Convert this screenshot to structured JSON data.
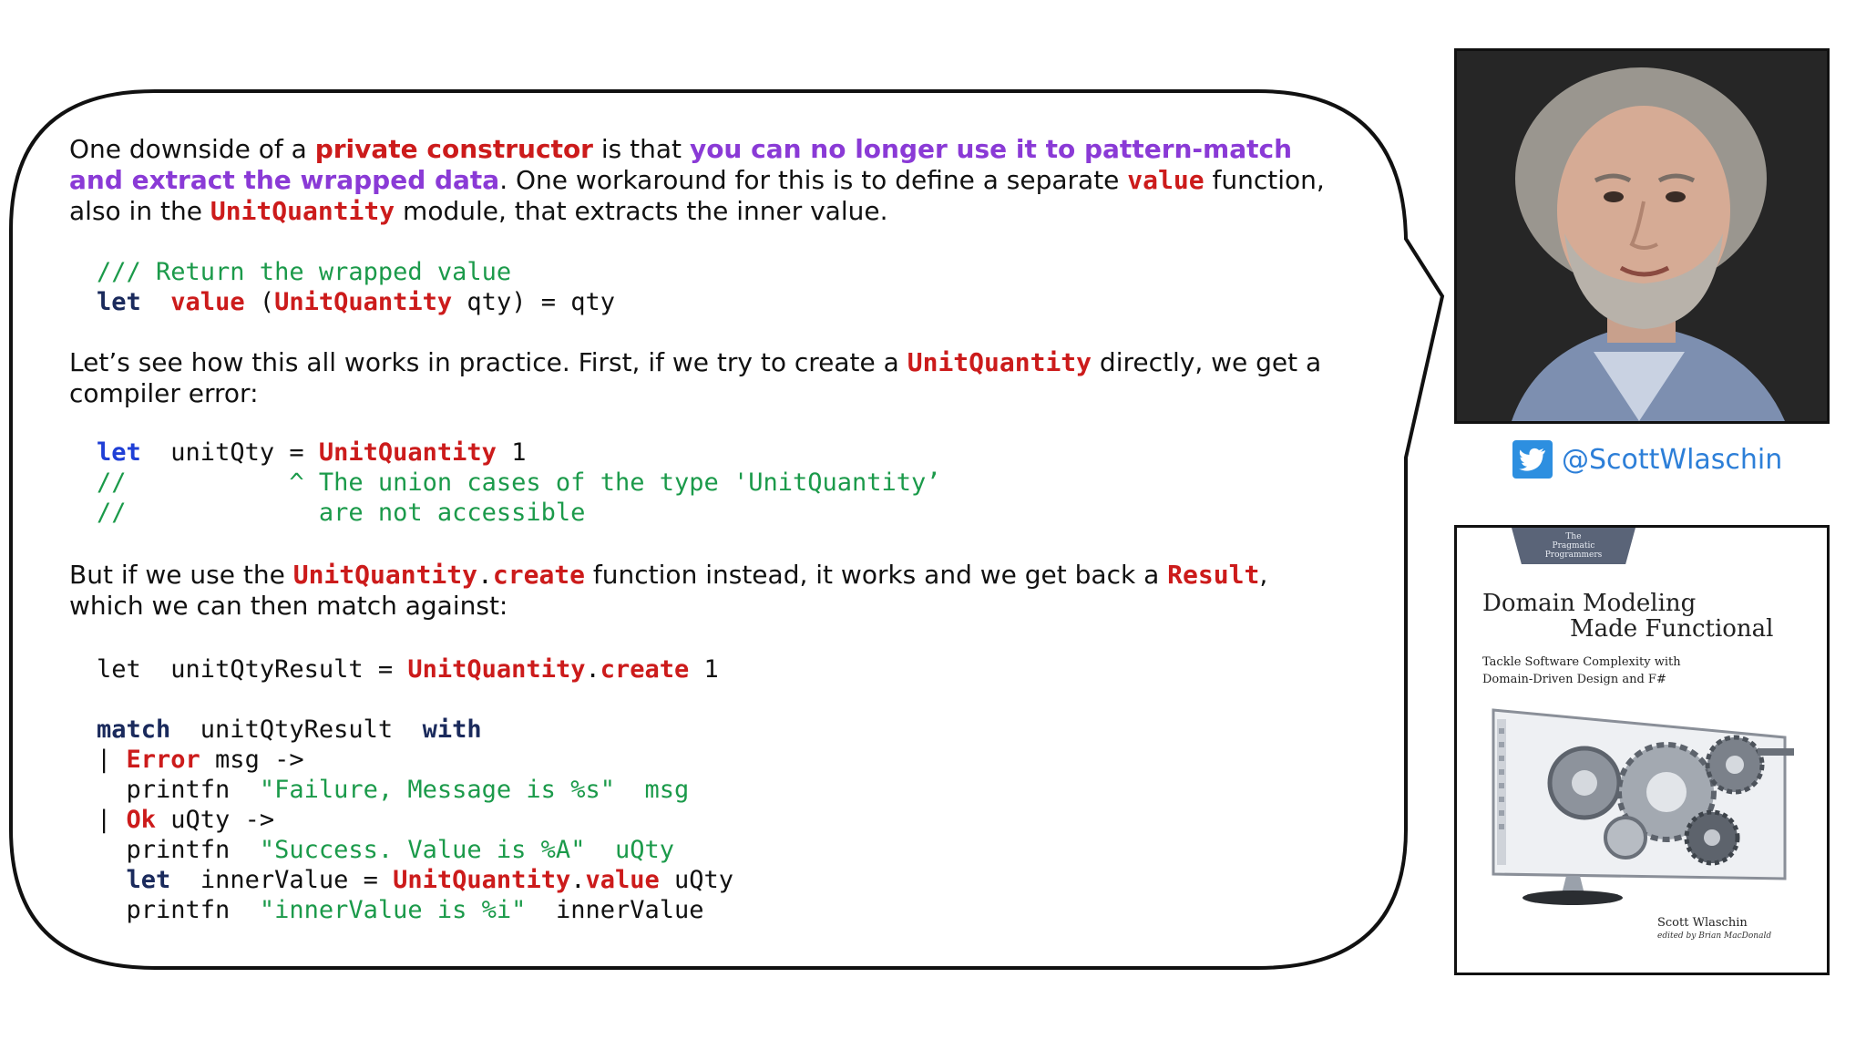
{
  "para1": {
    "t1": "One downside of a ",
    "h1": "private constructor",
    "t2": " is that ",
    "h2": "you can no longer use it to pattern-match and extract the wrapped data",
    "t3": ". One workaround for this is to define a separate ",
    "c1": "value",
    "t4": " function, also in the ",
    "c2": "UnitQuantity",
    "t5": " module, that extracts the inner value."
  },
  "code1": {
    "comment": "/// Return the wrapped value",
    "kw_let": "let",
    "fn": "value",
    "paren_open": " (",
    "type": "UnitQuantity",
    "rest": " qty) = qty"
  },
  "para2": {
    "t1": "Let’s see how this all works in practice. First, if we try to create a ",
    "c1": "UnitQuantity",
    "t2": " directly, we get a compiler error:"
  },
  "code2": {
    "kw_let": "let",
    "name": "unitQty = ",
    "type": "UnitQuantity",
    "arg": " 1",
    "c1_prefix": "//",
    "c1": "^ The union cases of the type 'UnitQuantity’",
    "c2_prefix": "//",
    "c2": "are not accessible"
  },
  "para3": {
    "t1": "But if we use the ",
    "c1a": "UnitQuantity",
    "dot": ".",
    "c1b": "create",
    "t2": " function instead, it works and we get back a ",
    "c2": "Result",
    "t3": ", which we can then match against:"
  },
  "code3": {
    "l1_kw": "let",
    "l1_name": "unitQtyResult = ",
    "l1_type": "UnitQuantity",
    "l1_dot": ".",
    "l1_fn": "create",
    "l1_arg": " 1",
    "l2_match": "match",
    "l2_name": "unitQtyResult",
    "l2_with": "with",
    "l3_bar": "| ",
    "l3_case": "Error",
    "l3_rest": " msg ->",
    "l4_fn": "printfn",
    "l4_str": "\"Failure, Message is %s\"",
    "l4_arg": "msg",
    "l5_bar": "| ",
    "l5_case": "Ok",
    "l5_rest": " uQty ->",
    "l6_fn": "printfn",
    "l6_str": "\"Success. Value is %A\"",
    "l6_arg": "uQty",
    "l7_kw": "let",
    "l7_name": "innerValue = ",
    "l7_type": "UnitQuantity",
    "l7_dot": ".",
    "l7_fn": "value",
    "l7_arg": " uQty",
    "l8_fn": "printfn",
    "l8_str": "\"innerValue is %i\"",
    "l8_arg": "innerValue"
  },
  "twitter": {
    "icon": "twitter-bird-icon",
    "handle": "@ScottWlaschin"
  },
  "book": {
    "publisher_line1": "The",
    "publisher_line2": "Pragmatic",
    "publisher_line3": "Programmers",
    "title_line1": "Domain Modeling",
    "title_line2": "Made Functional",
    "subtitle_line1": "Tackle Software Complexity with",
    "subtitle_line2": "Domain-Driven Design and F#",
    "author": "Scott Wlaschin",
    "editor": "edited by Brian MacDonald"
  },
  "colors": {
    "highlight_red": "#cc1b1b",
    "highlight_purple": "#8a3ad6",
    "keyword_navy": "#1a2a5c",
    "keyword_blue": "#1f3fd6",
    "comment_green": "#1b9a4a",
    "twitter_blue": "#2d8fe0"
  }
}
